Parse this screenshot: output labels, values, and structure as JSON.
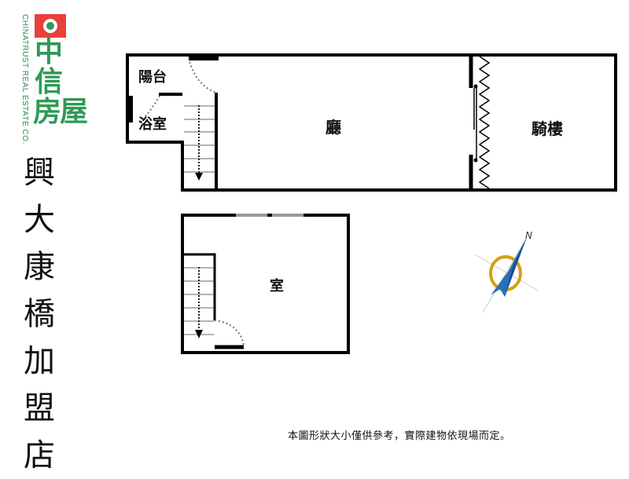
{
  "logo": {
    "brand_cn_line1": "中",
    "brand_cn_line2": "信",
    "brand_cn_line3": "房屋",
    "brand_en": "CHINATRUST REAL ESTATE CO.",
    "badge_color": "#e8403a",
    "brand_color": "#2f9a55"
  },
  "store_name": [
    "興",
    "大",
    "康",
    "橋",
    "加",
    "盟",
    "店"
  ],
  "floor_plan": {
    "upper_floor": {
      "rooms": {
        "balcony": "陽台",
        "bathroom": "浴室",
        "living_room": "廳",
        "arcade": "騎樓"
      }
    },
    "lower_floor": {
      "rooms": {
        "room": "室"
      }
    },
    "compass": {
      "north_label": "N",
      "ring_color": "#d4a017",
      "needle_color": "#2a6fb8"
    }
  },
  "disclaimer": "本圖形狀大小僅供參考，實際建物依現場而定。"
}
